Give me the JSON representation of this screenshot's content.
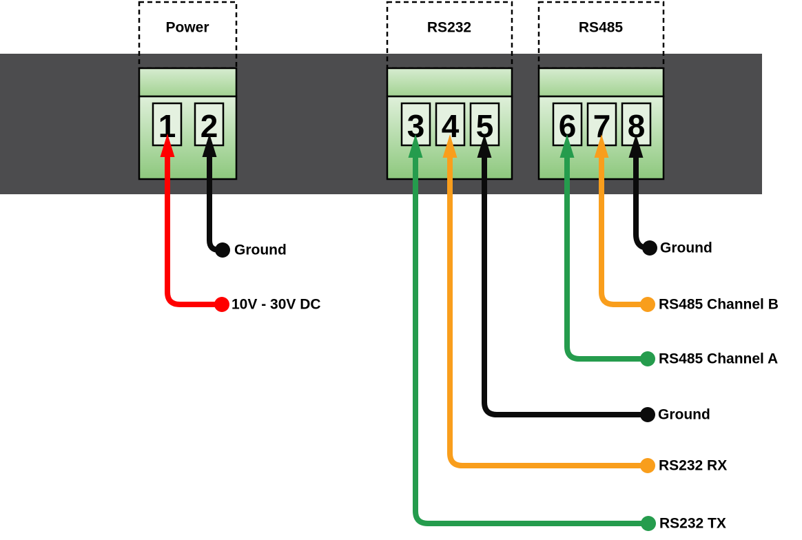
{
  "diagram": {
    "connectors": [
      {
        "label": "Power",
        "pins": [
          {
            "number": "1",
            "wire_label": "10V - 30V DC",
            "wire_color_name": "red"
          },
          {
            "number": "2",
            "wire_label": "Ground",
            "wire_color_name": "black"
          }
        ]
      },
      {
        "label": "RS232",
        "pins": [
          {
            "number": "3",
            "wire_label": "RS232 TX",
            "wire_color_name": "green"
          },
          {
            "number": "4",
            "wire_label": "RS232 RX",
            "wire_color_name": "orange"
          },
          {
            "number": "5",
            "wire_label": "Ground",
            "wire_color_name": "black"
          }
        ]
      },
      {
        "label": "RS485",
        "pins": [
          {
            "number": "6",
            "wire_label": "RS485 Channel A",
            "wire_color_name": "green"
          },
          {
            "number": "7",
            "wire_label": "RS485 Channel B",
            "wire_color_name": "orange"
          },
          {
            "number": "8",
            "wire_label": "Ground",
            "wire_color_name": "black"
          }
        ]
      }
    ],
    "colors": {
      "panel": "#4C4C4E",
      "red": "#FF0000",
      "green": "#259C4D",
      "orange": "#F99E1C",
      "black": "#0B0B0B",
      "pin_fill": "#E4F1E0"
    }
  }
}
